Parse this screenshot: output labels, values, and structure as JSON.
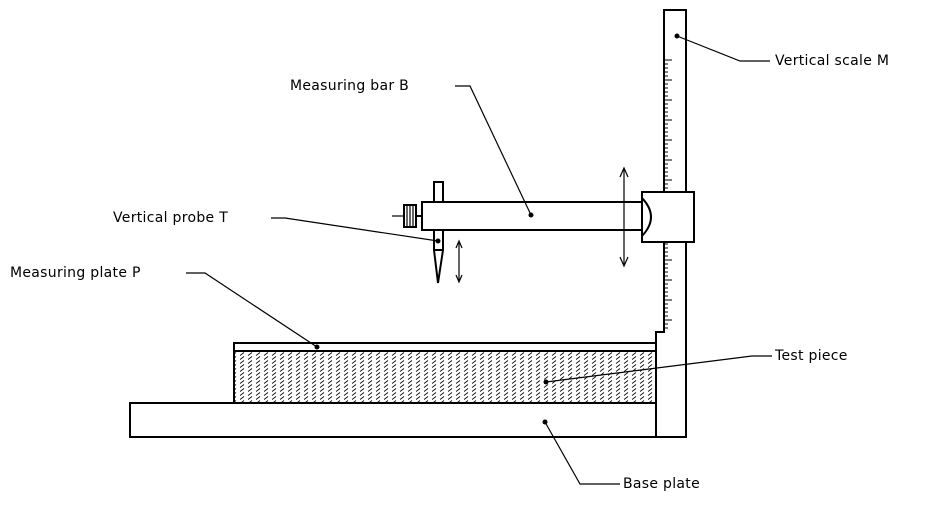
{
  "labels": {
    "vertical_scale": "Vertical scale M",
    "measuring_bar": "Measuring bar B",
    "vertical_probe": "Vertical probe T",
    "measuring_plate": "Measuring plate P",
    "test_piece": "Test piece",
    "base_plate": "Base plate"
  },
  "colors": {
    "line": "#000000",
    "background": "#ffffff",
    "hatch": "#000000"
  }
}
